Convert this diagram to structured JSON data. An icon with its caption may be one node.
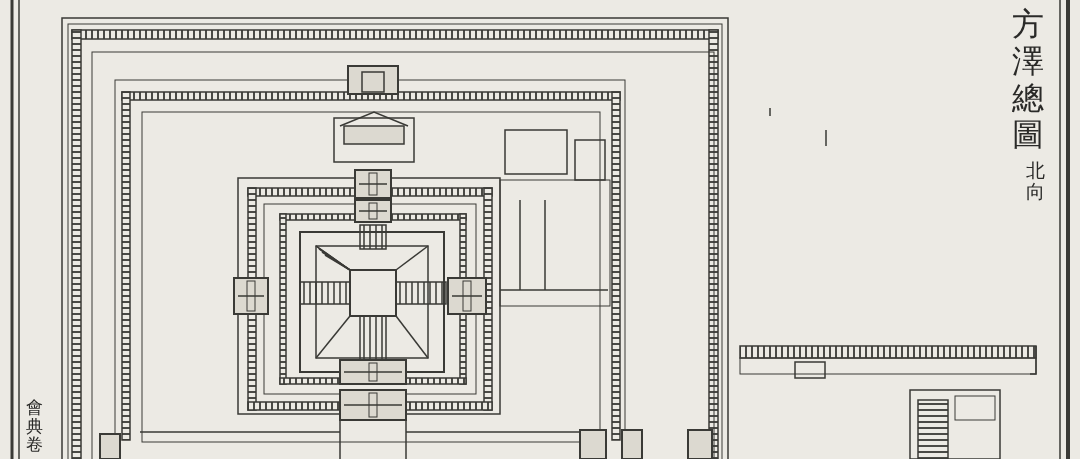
{
  "diagram": {
    "title": "方澤總圖",
    "labels": [
      "北向",
      "會典卷"
    ]
  }
}
